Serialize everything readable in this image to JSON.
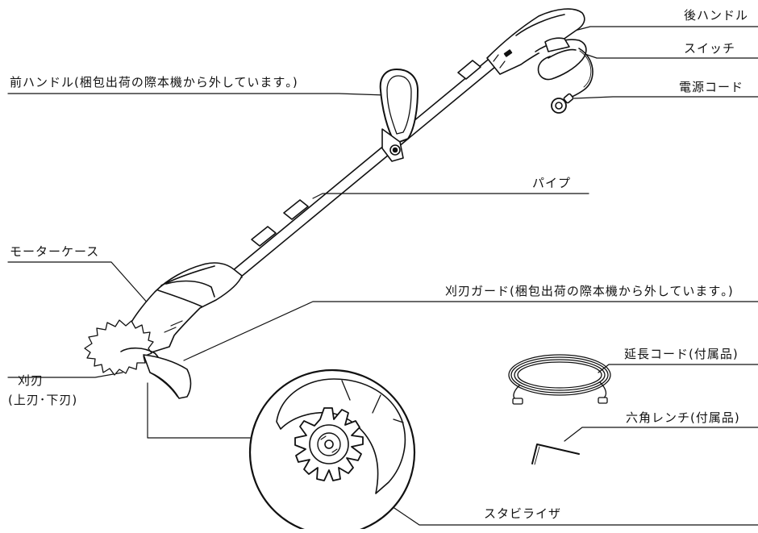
{
  "labels": {
    "rear_handle": "後ハンドル",
    "switch": "スイッチ",
    "power_cord": "電源コード",
    "front_handle": "前ハンドル(梱包出荷の際本機から外しています｡)",
    "pipe": "パイプ",
    "motor_case": "モーターケース",
    "blade_guard": "刈刃ガード(梱包出荷の際本機から外しています｡)",
    "extension_cord": "延長コード(付属品)",
    "blade_line1": "刈刃",
    "blade_line2": "(上刃･下刃)",
    "hex_wrench": "六角レンチ(付属品)",
    "stabilizer": "スタビライザ"
  }
}
